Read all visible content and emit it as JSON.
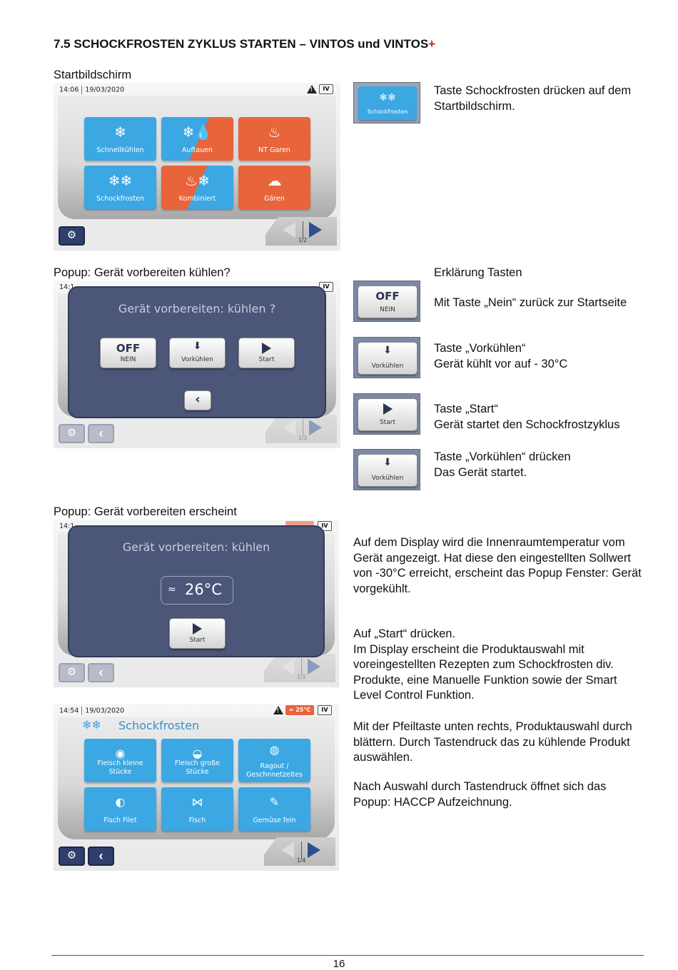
{
  "heading": {
    "text": "7.5 SCHOCKFROSTEN ZYKLUS STARTEN – VINTOS und VINTOS",
    "plus": "+"
  },
  "section1": {
    "label": "Startbildschirm",
    "status": {
      "time": "14:06",
      "date": "19/03/2020",
      "iv": "IV"
    },
    "tiles": [
      "Schnellkühlen",
      "Auftauen",
      "NT Garen",
      "Schockfrosten",
      "Kombiniert",
      "Gären"
    ],
    "page": "1/2",
    "thumb_label": "Schockfrosten",
    "desc": "Taste Schockfrosten drücken auf dem Startbildschirm."
  },
  "section2": {
    "label": "Popup: Gerät vorbereiten kühlen?",
    "status": {
      "time": "14:1",
      "iv": "IV"
    },
    "popup_title": "Gerät vorbereiten:  kühlen ?",
    "buttons": {
      "off_big": "OFF",
      "off_small": "NEIN",
      "pre": "Vorkühlen",
      "start": "Start"
    },
    "page": "1/3",
    "explain_title": "Erklärung Tasten",
    "explain": [
      {
        "big": "OFF",
        "small": "NEIN",
        "text": "Mit Taste „Nein“ zurück zur Startseite"
      },
      {
        "small": "Vorkühlen",
        "text": "Taste „Vorkühlen“\nGerät kühlt vor auf - 30°C"
      },
      {
        "small": "Start",
        "text": "Taste „Start“\nGerät startet den Schockfrostzyklus"
      },
      {
        "small": "Vorkühlen",
        "text": "Taste „Vorkühlen“ drücken\nDas Gerät startet."
      }
    ]
  },
  "section3": {
    "label": "Popup: Gerät vorbereiten erscheint",
    "status": {
      "time": "14:1",
      "iv": "IV"
    },
    "popup_title": "Gerät vorbereiten: kühlen",
    "temp": "26°C",
    "start": "Start",
    "page": "1/3",
    "para1": "Auf dem Display wird die Innenraumtemperatur vom Gerät angezeigt. Hat diese den eingestellten Sollwert von -30°C erreicht, erscheint das Popup Fenster: Gerät vorgekühlt.",
    "para2": "Auf „Start“ drücken.\nIm Display erscheint die Produktauswahl mit voreingestellten Rezepten zum Schockfrosten div. Produkte, eine Manuelle Funktion sowie der Smart Level Control Funktion.",
    "para3": "Mit der Pfeiltaste unten rechts, Produktauswahl durch blättern. Durch Tastendruck das zu kühlende Produkt auswählen.",
    "para4": "Nach Auswahl durch Tastendruck öffnet sich das Popup: HACCP Aufzeichnung."
  },
  "section4": {
    "status": {
      "time": "14:54",
      "date": "19/03/2020",
      "temp": "25°C",
      "iv": "IV"
    },
    "title": "Schockfrosten",
    "tiles": [
      "Fleisch kleine Stücke",
      "Fleisch große Stücke",
      "Ragout / Geschnnetzeltes",
      "Fisch Filet",
      "Fisch",
      "Gemüse fein"
    ],
    "page": "1/4"
  },
  "page_number": "16",
  "colors": {
    "blue": "#3ba7e3",
    "orange": "#e8643a",
    "navy": "#2f3e6b",
    "popup": "#4b5679"
  }
}
